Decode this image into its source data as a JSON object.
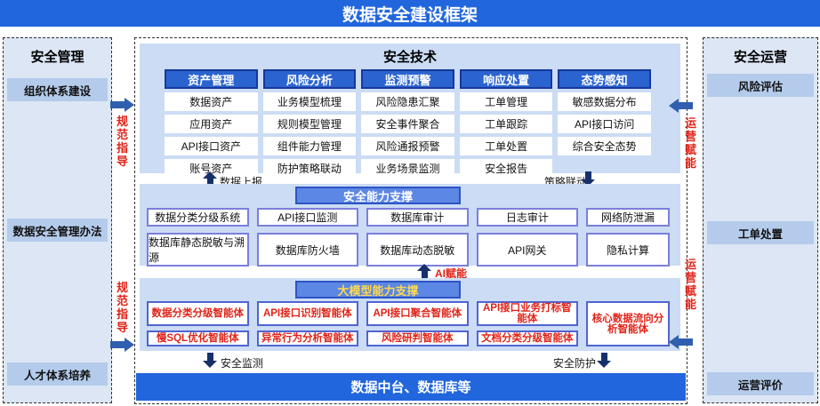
{
  "title": "数据安全建设框架",
  "left_panel": {
    "title": "安全管理",
    "items": [
      "组织体系建设",
      "数据安全管理办法",
      "人才体系培养"
    ]
  },
  "right_panel": {
    "title": "安全运营",
    "items": [
      "风险评估",
      "工单处置",
      "运营评价"
    ]
  },
  "side_labels": {
    "left": "规范指导",
    "right": "运营赋能"
  },
  "tech": {
    "title": "安全技术",
    "columns": [
      {
        "header": "资产管理",
        "items": [
          "数据资产",
          "应用资产",
          "API接口资产",
          "账号资产"
        ]
      },
      {
        "header": "风险分析",
        "items": [
          "业务模型梳理",
          "规则模型管理",
          "组件能力管理",
          "防护策略联动"
        ]
      },
      {
        "header": "监测预警",
        "items": [
          "风险隐患汇聚",
          "安全事件聚合",
          "风险通报预警",
          "业务场景监测"
        ]
      },
      {
        "header": "响应处置",
        "items": [
          "工单管理",
          "工单跟踪",
          "工单处置",
          "安全报告"
        ]
      },
      {
        "header": "态势感知",
        "items": [
          "敏感数据分布",
          "API接口访问",
          "综合安全态势"
        ]
      }
    ]
  },
  "flows": {
    "data_report": "数据上报",
    "policy_link": "策略联动",
    "ai_enable": "AI赋能",
    "security_monitor": "安全监测",
    "security_protect": "安全防护"
  },
  "capability": {
    "title": "安全能力支撑",
    "rows": [
      [
        "数据分类分级系统",
        "API接口监测",
        "数据库审计",
        "日志审计",
        "网络防泄漏"
      ],
      [
        "数据库静态脱敏与溯源",
        "数据库防火墙",
        "数据库动态脱敏",
        "API网关",
        "隐私计算"
      ]
    ]
  },
  "llm": {
    "title": "大模型能力支撑",
    "rows": [
      [
        "数据分类分级智能体",
        "API接口识别智能体",
        "API接口聚合智能体",
        "API接口业务打标智能体"
      ],
      [
        "慢SQL优化智能体",
        "异常行为分析智能体",
        "风险研判智能体",
        "文档分类分级智能体"
      ]
    ],
    "tall_item": "核心数据流向分析智能体"
  },
  "bottom_bar": "数据中台、数据库等",
  "colors": {
    "accent_blue": "#2166dc",
    "column_header_blue": "#2b64d0",
    "panel_light_blue": "#cbdcf4",
    "side_panel_blue": "#dce6f5",
    "side_item_blue": "#b4cbeb",
    "support_header_blue": "#5c87e4",
    "capability_cell_border": "#7b7fdc",
    "llm_cell_border": "#5064d2",
    "llm_header_text_yellow": "#ffd94b",
    "red_text": "#e02318",
    "navy_arrow": "#16306b",
    "connector_blue": "#2f5fae"
  }
}
